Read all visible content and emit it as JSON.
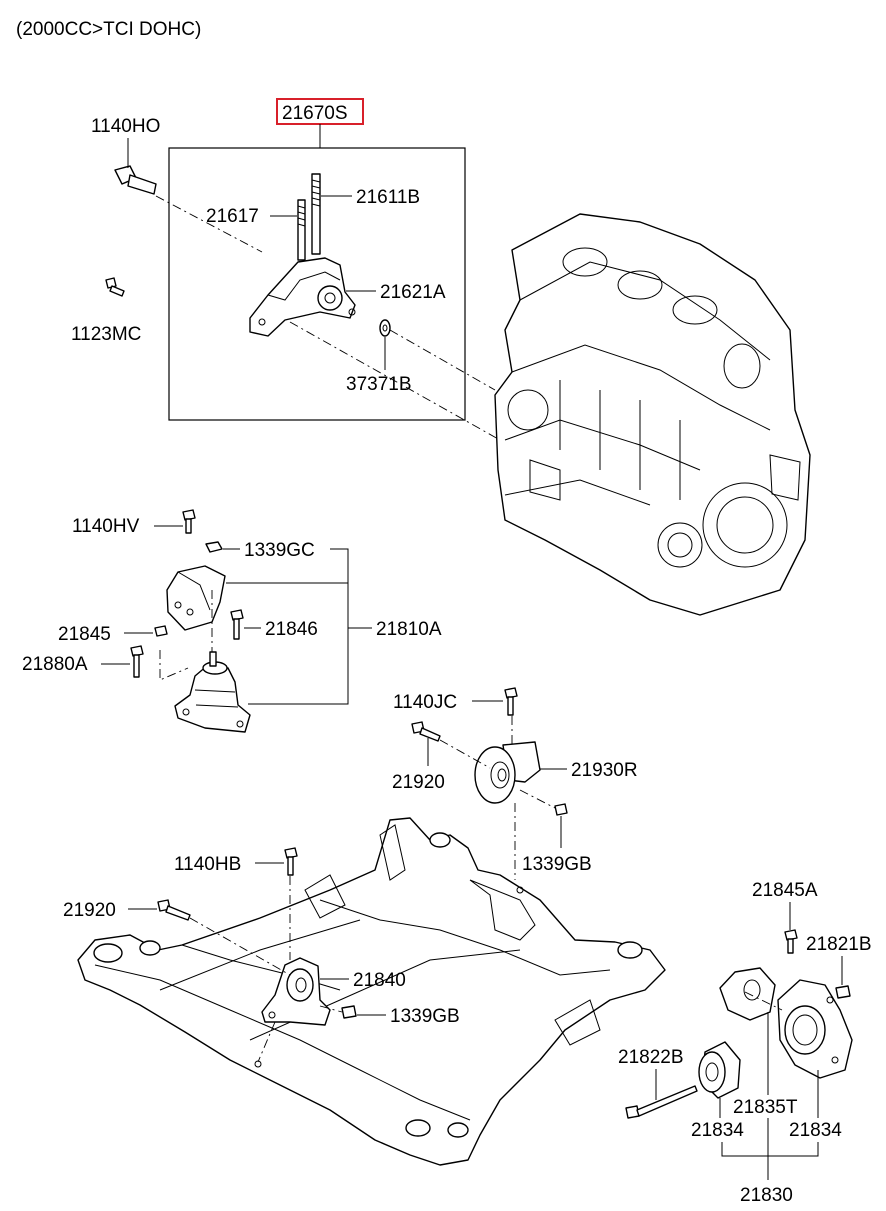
{
  "header": {
    "engine_spec": "(2000CC>TCI DOHC)"
  },
  "highlight_color": "#d8202a",
  "labels": {
    "p21670S": "21670S",
    "p1140HO": "1140HO",
    "p21611B": "21611B",
    "p21617": "21617",
    "p21621A": "21621A",
    "p1123MC": "1123MC",
    "p37371B": "37371B",
    "p1140HV": "1140HV",
    "p1339GC": "1339GC",
    "p21845": "21845",
    "p21846": "21846",
    "p21810A": "21810A",
    "p21880A": "21880A",
    "p1140JC": "1140JC",
    "p21920a": "21920",
    "p21930R": "21930R",
    "p1339GBa": "1339GB",
    "p1140HB": "1140HB",
    "p21920b": "21920",
    "p21840": "21840",
    "p1339GBb": "1339GB",
    "p21845A": "21845A",
    "p21821B": "21821B",
    "p21822B": "21822B",
    "p21835T": "21835T",
    "p21834a": "21834",
    "p21834b": "21834",
    "p21830": "21830"
  }
}
